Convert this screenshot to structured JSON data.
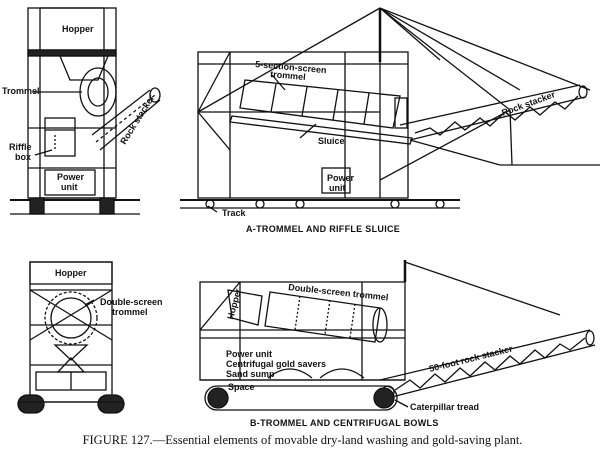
{
  "diagram_a": {
    "caption": "A-TROMMEL AND RIFFLE SLUICE",
    "labels": {
      "hopper": "Hopper",
      "trommel": "Trommel",
      "riffle_box_1": "Riffle",
      "riffle_box_2": "box",
      "power_unit_left_1": "Power",
      "power_unit_left_2": "unit",
      "rock_stacker_left": "Rock stacker",
      "screen_trommel_1": "5-section-screen",
      "screen_trommel_2": "trommel",
      "sluice": "Sluice",
      "power_unit_side_1": "Power",
      "power_unit_side_2": "unit",
      "track": "Track",
      "rock_stacker_right": "Rock stacker"
    }
  },
  "diagram_b": {
    "caption": "B-TROMMEL AND CENTRIFUGAL BOWLS",
    "labels": {
      "hopper_front": "Hopper",
      "double_screen_front_1": "Double-screen",
      "double_screen_front_2": "trommel",
      "hopper_side": "Hopper",
      "double_screen_side": "Double-screen trommel",
      "power_unit": "Power unit",
      "centrifugal": "Centrifugal gold savers",
      "sand_sump": "Sand sump",
      "space": "Space",
      "stacker_50": "50-foot rock stacker",
      "caterpillar": "Caterpillar tread"
    }
  },
  "figure_caption": "FIGURE 127.—Essential elements of movable dry-land washing and gold-saving plant."
}
